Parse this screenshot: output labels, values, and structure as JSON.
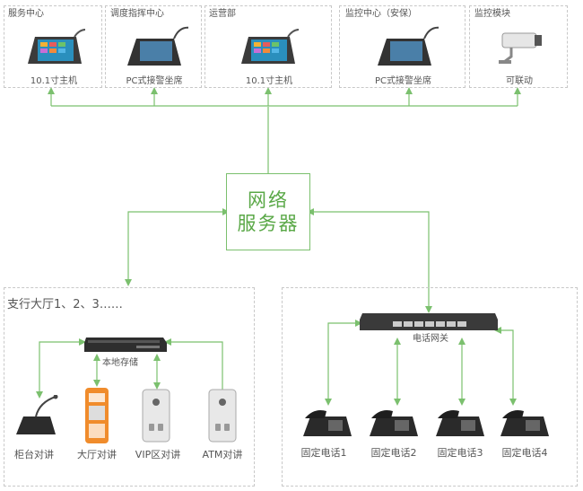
{
  "top_units": [
    {
      "title": "服务中心",
      "caption": "10.1寸主机"
    },
    {
      "title": "调度指挥中心",
      "caption": "PC式接警坐席"
    },
    {
      "title": "运营部",
      "caption": "10.1寸主机"
    },
    {
      "title": "监控中心（安保）",
      "caption": "PC式接警坐席"
    },
    {
      "title": "监控模块",
      "caption": "可联动"
    }
  ],
  "server": {
    "line1": "网络",
    "line2": "服务器"
  },
  "branch": {
    "title": "支行大厅1、2、3……",
    "storage_label": "本地存储",
    "terminals": [
      {
        "caption": "柜台对讲"
      },
      {
        "caption": "大厅对讲"
      },
      {
        "caption": "VIP区对讲"
      },
      {
        "caption": "ATM对讲"
      }
    ]
  },
  "phone_zone": {
    "gateway_label": "电话网关",
    "phones": [
      {
        "caption": "固定电话1"
      },
      {
        "caption": "固定电话2"
      },
      {
        "caption": "固定电话3"
      },
      {
        "caption": "固定电话4"
      }
    ]
  },
  "colors": {
    "line": "#7bc06e",
    "server_text": "#5aa847",
    "dashed_border": "#c8c8c8"
  }
}
